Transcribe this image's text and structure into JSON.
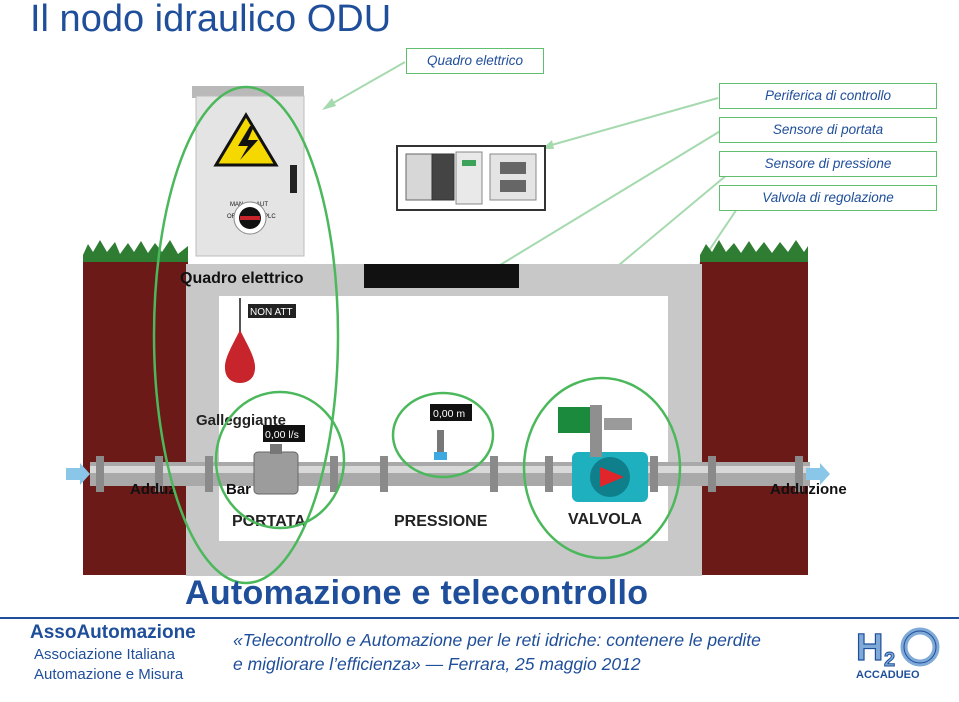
{
  "title": "Il nodo idraulico ODU",
  "callouts": {
    "quadro": "Quadro elettrico",
    "periferica": "Periferica di controllo",
    "sensore_portata": "Sensore di portata",
    "sensore_pressione": "Sensore di pressione",
    "valvola": "Valvola di regolazione"
  },
  "cabinet": {
    "man": "MAN",
    "aut": "AUT",
    "off": "OFF",
    "plc": "PLC"
  },
  "scene": {
    "quadro_label": "Quadro elettrico",
    "non_att": "NON ATT",
    "galleggiante": "Galleggiante",
    "flow_reading": "0,00 l/s",
    "pressure_reading": "0,00 m",
    "adduzione_left": "Adduz",
    "bar_left": "Bar",
    "adduzione_right": "Adduzione",
    "portata": "PORTATA",
    "pressione": "PRESSIONE",
    "valvola": "VALVOLA"
  },
  "subtitle": "Automazione e telecontrollo",
  "footer": {
    "assoc_name": "AssoAutomazione",
    "assoc_line1": "Associazione Italiana",
    "assoc_line2": "Automazione e Misura",
    "conf_line1": "«Telecontrollo e Automazione per le reti idriche: contenere le perdite",
    "conf_line2": "e migliorare l’efficienza» — Ferrara, 25 maggio 2012",
    "logo_text": "ACCADUEO"
  },
  "colors": {
    "title_blue": "#1f4e9a",
    "callout_green": "#5fbf6f",
    "soil": "#6b1a17",
    "concrete": "#c8c8c8",
    "valve_cyan": "#1fb0bf"
  }
}
